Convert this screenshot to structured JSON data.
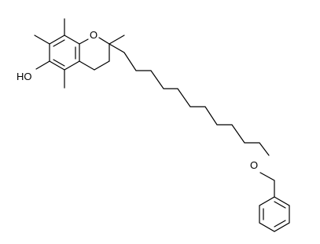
{
  "molecule": {
    "atoms": {
      "ring_oxygen": "O",
      "chain_oxygen": "O",
      "hydroxyl": "HO"
    }
  },
  "colors": {
    "background": "#ffffff",
    "bond": "#000000",
    "text": "#000000"
  }
}
